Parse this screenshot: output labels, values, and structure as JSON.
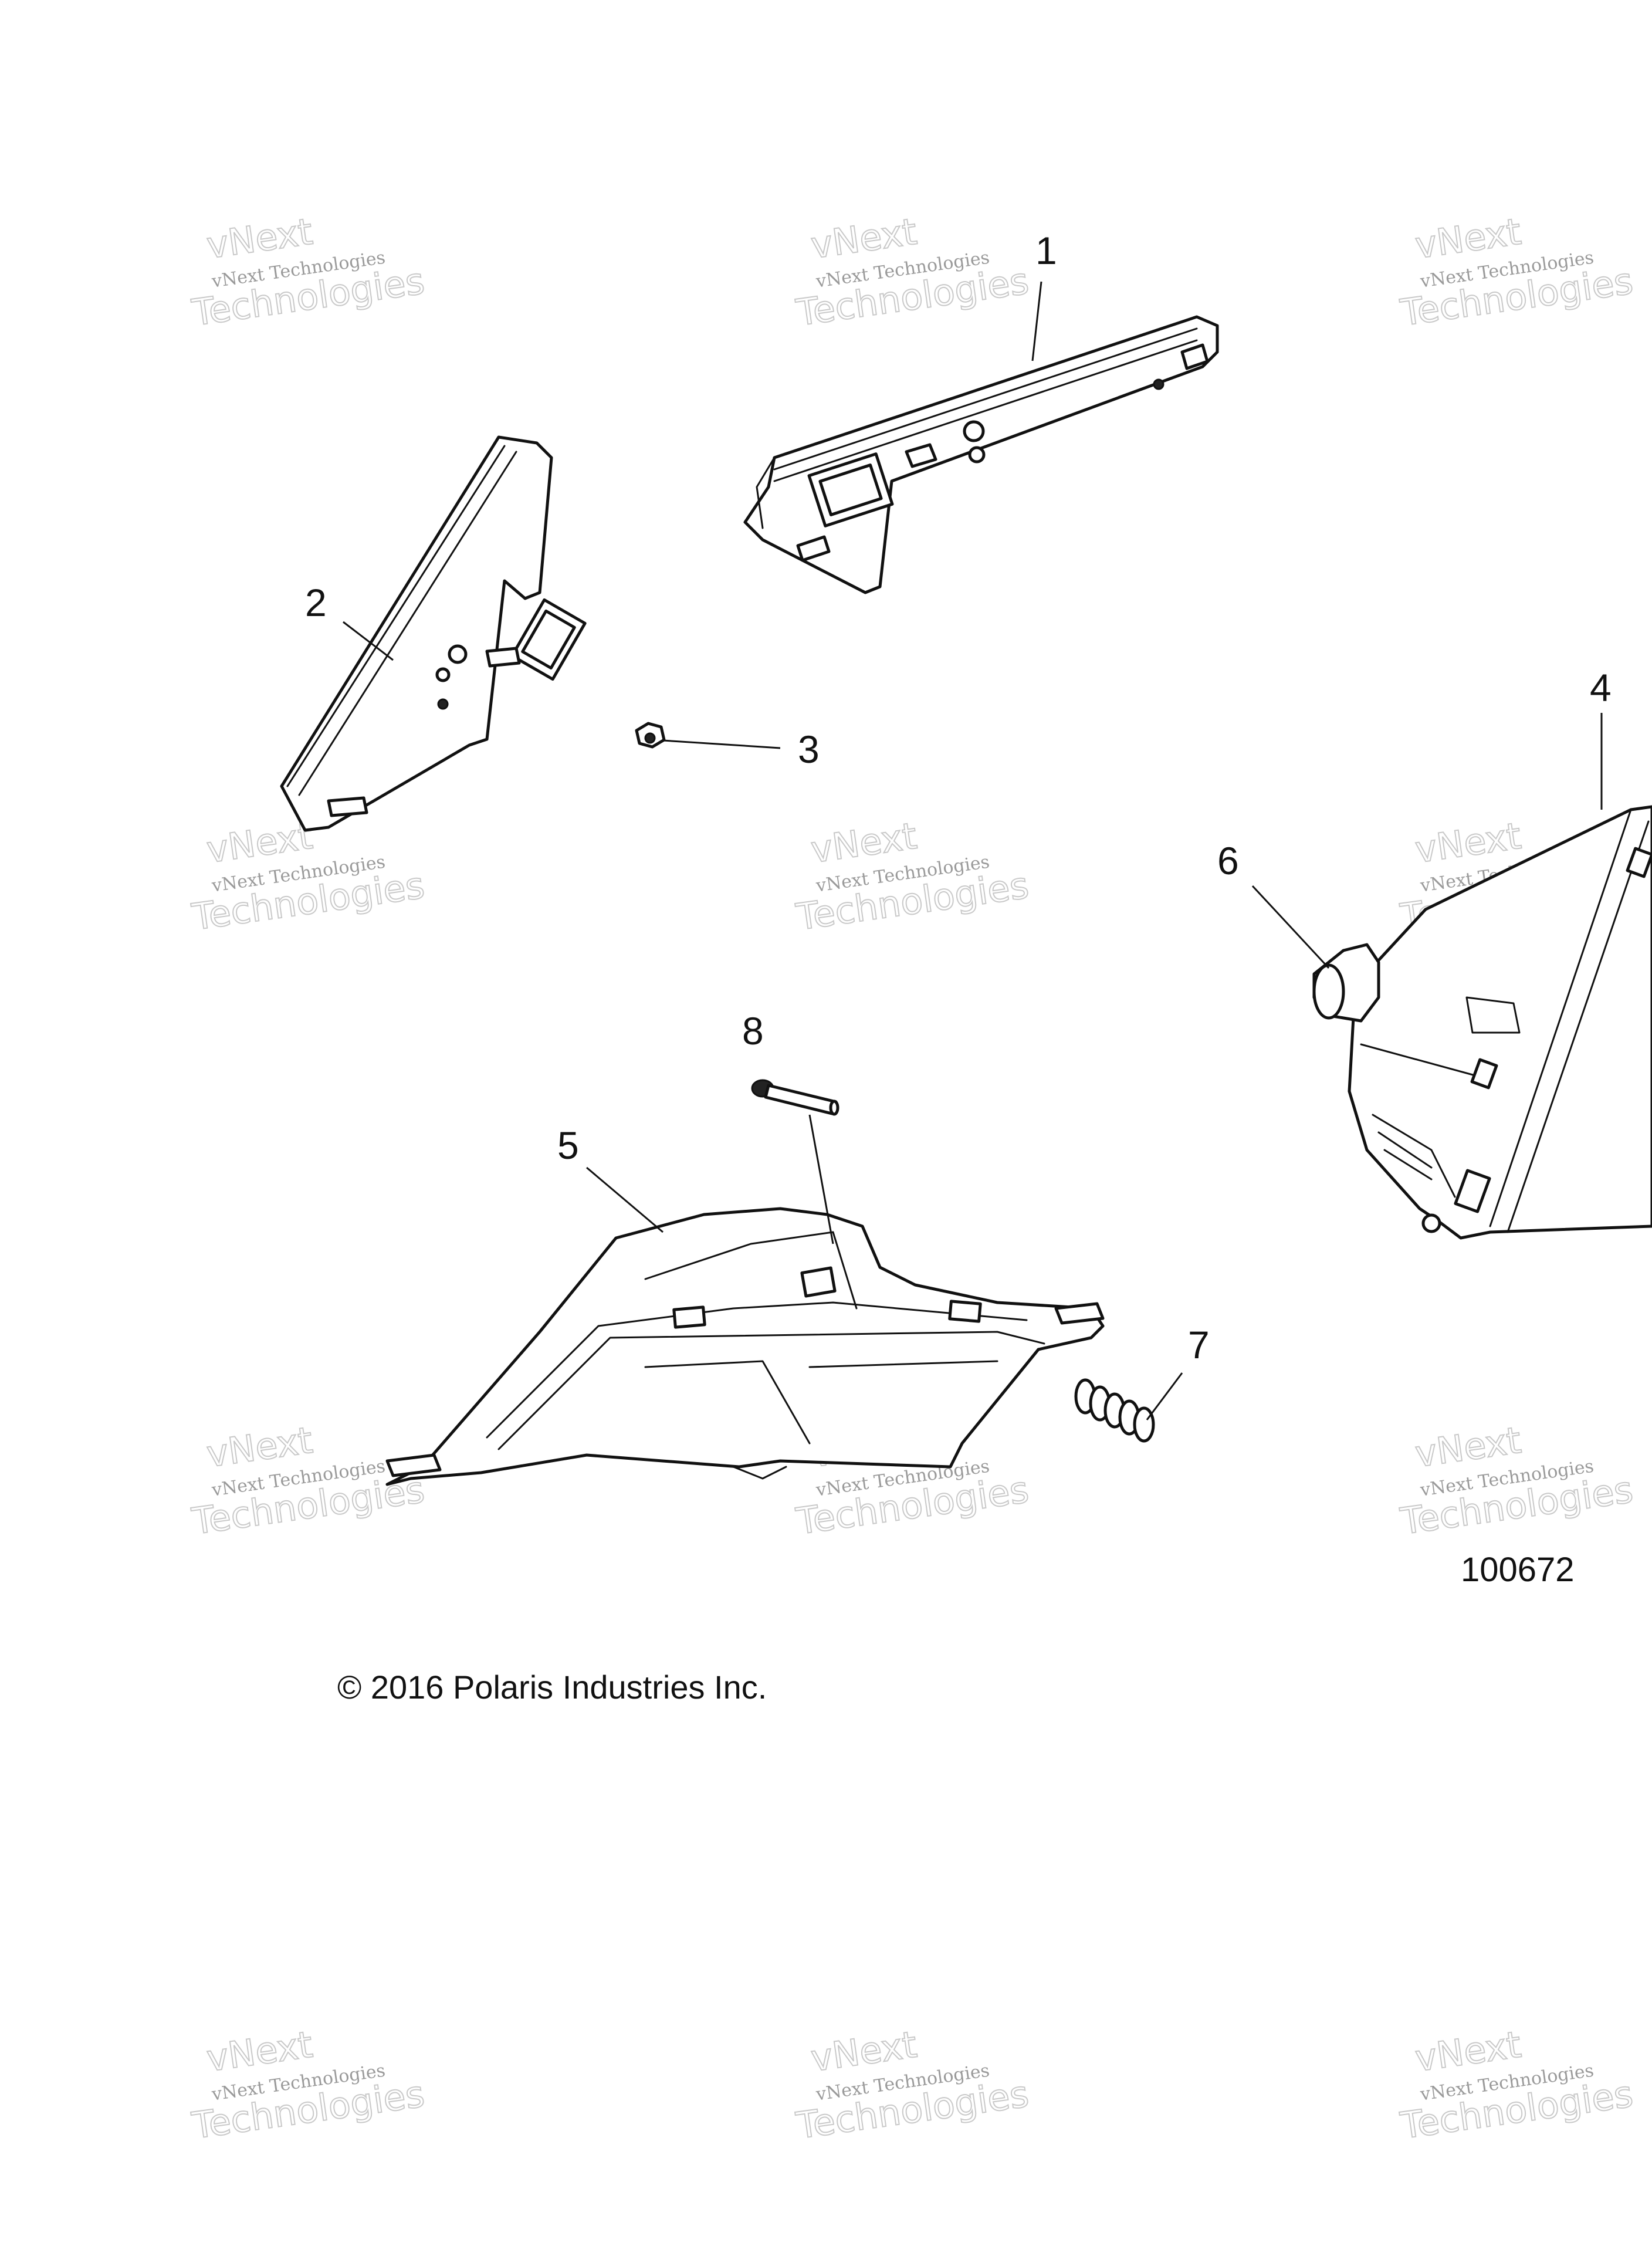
{
  "diagram": {
    "callouts": [
      {
        "id": "1",
        "label": "1"
      },
      {
        "id": "2",
        "label": "2"
      },
      {
        "id": "3",
        "label": "3"
      },
      {
        "id": "4",
        "label": "4"
      },
      {
        "id": "5",
        "label": "5"
      },
      {
        "id": "6",
        "label": "6"
      },
      {
        "id": "7",
        "label": "7"
      },
      {
        "id": "8",
        "label": "8"
      }
    ],
    "reference_number": "100672",
    "copyright": "© 2016 Polaris Industries Inc."
  },
  "watermark": {
    "line1": "vNext Technologies",
    "line2": "Technologies",
    "line3": "vNext"
  }
}
